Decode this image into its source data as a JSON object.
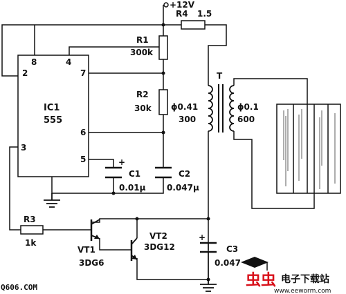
{
  "supply": {
    "label": "+12V"
  },
  "ic": {
    "name": "IC1",
    "type": "555",
    "pins": {
      "p2": "2",
      "p8": "8",
      "p4": "4",
      "p7": "7",
      "p6": "6",
      "p3": "3",
      "p5": "5"
    }
  },
  "resistors": {
    "r1": {
      "ref": "R1",
      "value": "300k"
    },
    "r2": {
      "ref": "R2",
      "value": "30k"
    },
    "r3": {
      "ref": "R3",
      "value": "1k"
    },
    "r4": {
      "ref": "R4",
      "value": "1.5"
    }
  },
  "capacitors": {
    "c1": {
      "ref": "C1",
      "value": "0.01μ",
      "polarity": "+"
    },
    "c2": {
      "ref": "C2",
      "value": "0.047μ"
    },
    "c3": {
      "ref": "C3",
      "value": "0.047",
      "polarity": "+"
    }
  },
  "transformer": {
    "ref": "T",
    "primary": {
      "wire": "ϕ0.41",
      "turns": "300"
    },
    "secondary": {
      "wire": "ϕ0.1",
      "turns": "600"
    }
  },
  "transistors": {
    "vt1": {
      "ref": "VT1",
      "type": "3DG6"
    },
    "vt2": {
      "ref": "VT2",
      "type": "3DG12"
    }
  },
  "watermark": {
    "left": "Q606.COM",
    "brand": "虫虫",
    "cn": "电子下载站",
    "url": "www.eeworm.com"
  }
}
